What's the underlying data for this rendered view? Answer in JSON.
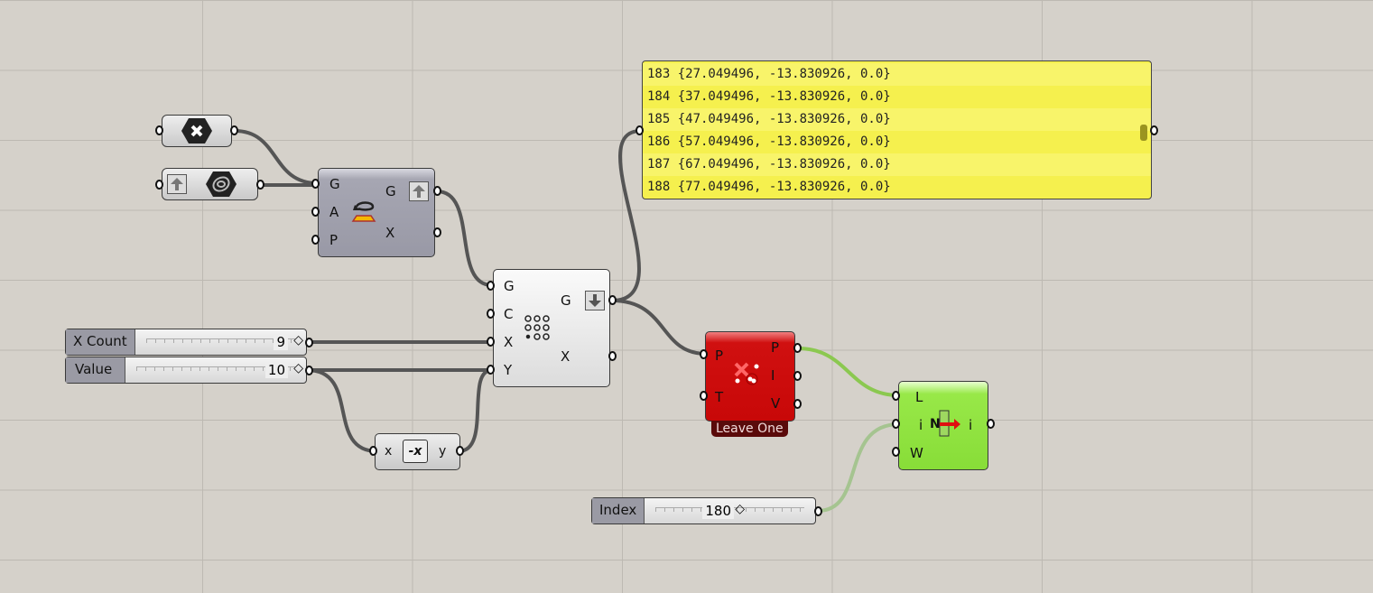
{
  "canvas": {
    "grid": true
  },
  "components": {
    "param_top": {
      "icon": "hexagon-x-icon"
    },
    "param_geo": {
      "icon": "spiral-hexagon-icon",
      "flag_icon": "up-arrow-icon"
    },
    "rotate": {
      "inputs": [
        "G",
        "A",
        "P"
      ],
      "outputs": [
        "G",
        "X"
      ],
      "icon": "rotate-plane-icon"
    },
    "grid": {
      "inputs": [
        "G",
        "C",
        "X",
        "Y"
      ],
      "outputs": [
        "G",
        "X"
      ],
      "icon": "dot-grid-icon"
    },
    "leave_one": {
      "inputs": [
        "P",
        "T"
      ],
      "outputs": [
        "P",
        "I",
        "V"
      ],
      "label": "Leave One",
      "color": "#c80808"
    },
    "list_item": {
      "inputs": [
        "L",
        "i",
        "W"
      ],
      "outputs": [
        "i"
      ],
      "color": "#88dd38",
      "icon_text": "N"
    },
    "negate": {
      "input": "x",
      "output": "y",
      "icon_text": "-x"
    }
  },
  "sliders": [
    {
      "name": "X Count",
      "value": "9"
    },
    {
      "name": "Value",
      "value": "10"
    },
    {
      "name": "Index",
      "value": "180"
    }
  ],
  "panel": {
    "rows": [
      "183 {27.049496, -13.830926, 0.0}",
      "184 {37.049496, -13.830926, 0.0}",
      "185 {47.049496, -13.830926, 0.0}",
      "186 {57.049496, -13.830926, 0.0}",
      "187 {67.049496, -13.830926, 0.0}",
      "188 {77.049496, -13.830926, 0.0}"
    ]
  }
}
